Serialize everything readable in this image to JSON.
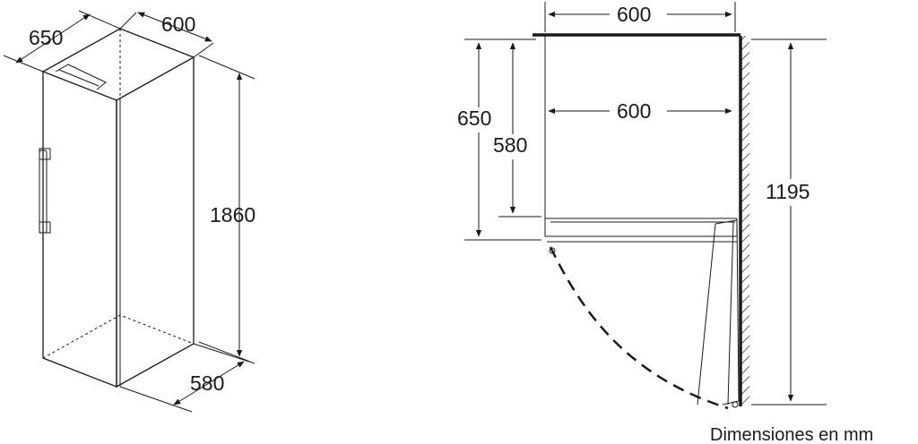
{
  "iso_view": {
    "width_label": "600",
    "depth_label": "650",
    "height_label": "1860",
    "base_depth_label": "580"
  },
  "plan_view": {
    "top_width_label": "600",
    "inner_width_label": "600",
    "depth_with_door_label": "650",
    "depth_body_label": "580",
    "wall_depth_label": "1195"
  },
  "caption": "Dimensiones en mm"
}
